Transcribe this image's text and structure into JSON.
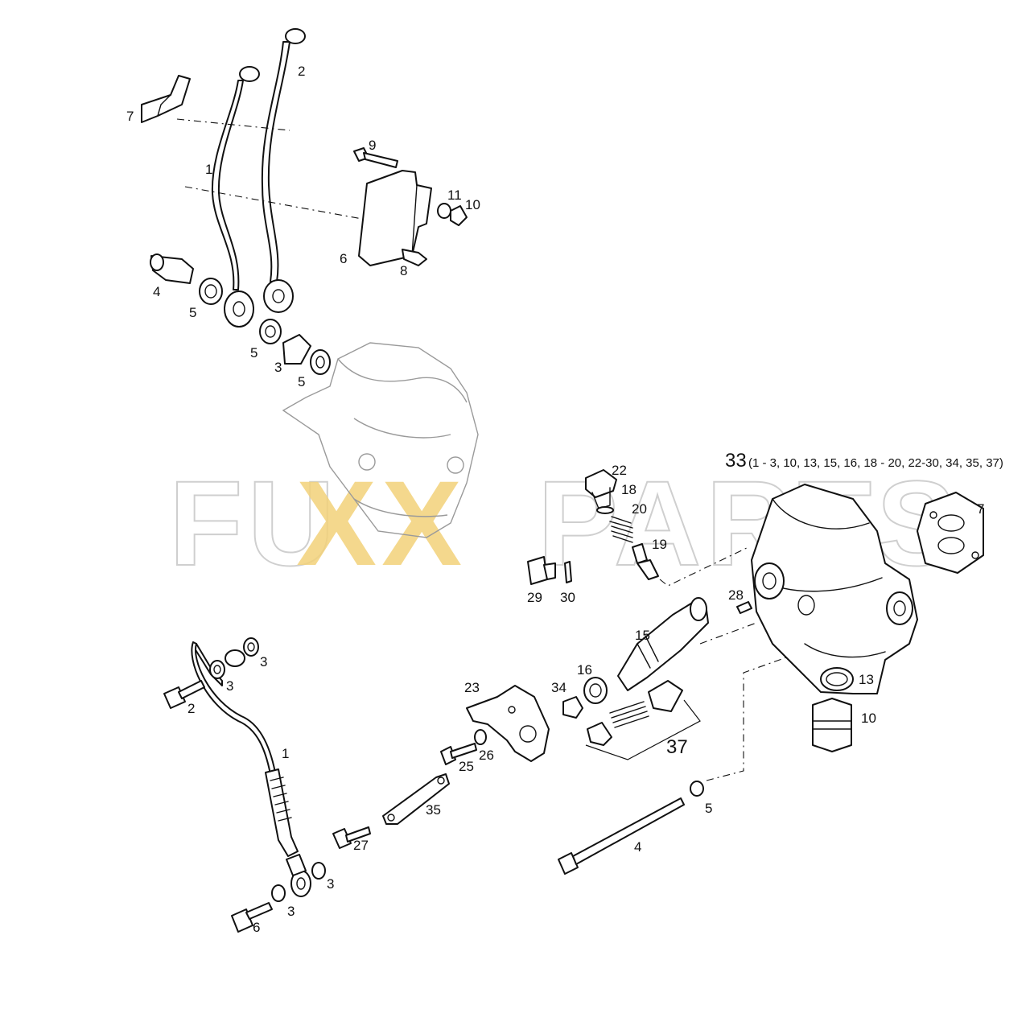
{
  "watermark": {
    "part1": "FU",
    "part2": "XX",
    "part3": "PARTS",
    "accent_color": "#f3d27a",
    "text_color": "#d9d9d9"
  },
  "assembly": {
    "number": "33",
    "contents": "(1 - 3, 10, 13, 15, 16, 18 - 20, 22-30, 34, 35, 37)"
  },
  "callouts": {
    "c1_top": "1",
    "c2_top": "2",
    "c3_top": "3",
    "c4_top": "4",
    "c5_a": "5",
    "c5_b": "5",
    "c5_c": "5",
    "c6_top": "6",
    "c7_top": "7",
    "c8": "8",
    "c9": "9",
    "c10_top": "10",
    "c11": "11",
    "c7_right": "7",
    "c22": "22",
    "c18": "18",
    "c20": "20",
    "c19": "19",
    "c29": "29",
    "c30": "30",
    "c28": "28",
    "c15": "15",
    "c16": "16",
    "c34": "34",
    "c23": "23",
    "c13": "13",
    "c10_right": "10",
    "c37": "37",
    "c26": "26",
    "c25": "25",
    "c35": "35",
    "c27": "27",
    "c5_bottom": "5",
    "c4_bottom": "4",
    "c1_left": "1",
    "c2_left": "2",
    "c3_l1": "3",
    "c3_l2": "3",
    "c3_l3": "3",
    "c3_l4": "3",
    "c6_bottom": "6"
  }
}
